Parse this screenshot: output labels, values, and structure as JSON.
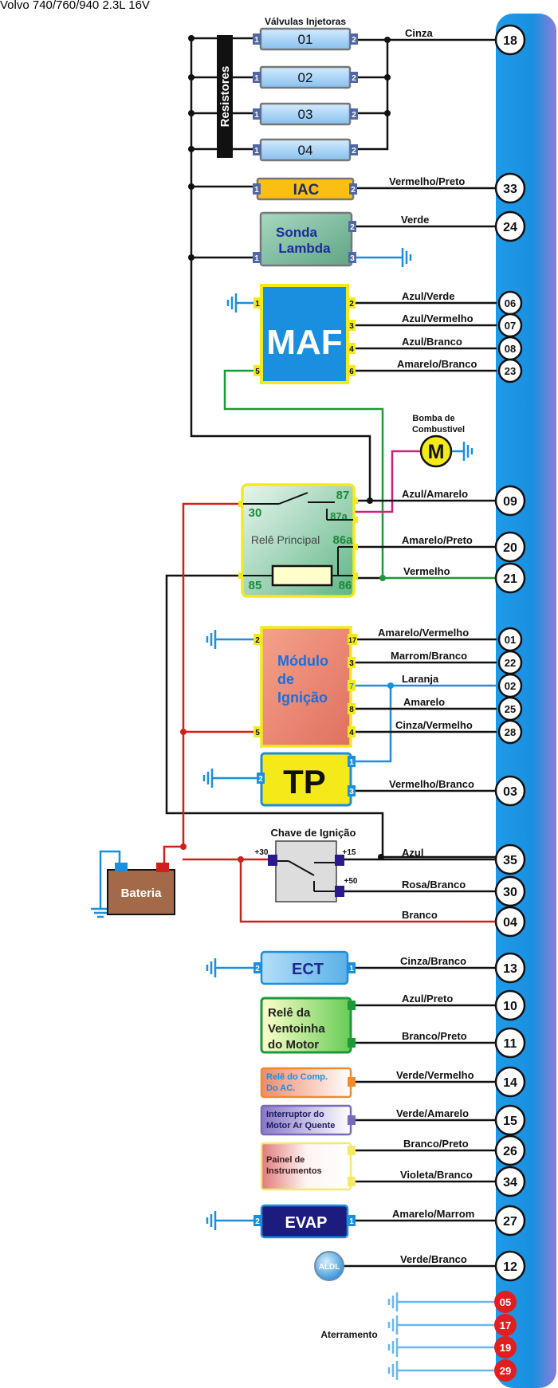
{
  "title": "Volvo 740/760/940 2.3L 16V",
  "labels": {
    "injectors_title": "Válvulas Injetoras",
    "resistors": "Resistores",
    "fuel_pump": [
      "Bomba de",
      "Combustivel"
    ],
    "motor_symbol": "M",
    "main_relay": "Relê Principal",
    "ignition_switch": "Chave de Ignição",
    "battery": "Bateria",
    "ground": "Aterramento",
    "aldl": "ALDL"
  },
  "injectors": [
    {
      "label": "01",
      "pin_in": "1",
      "pin_out": "2"
    },
    {
      "label": "02",
      "pin_in": "1",
      "pin_out": "2"
    },
    {
      "label": "03",
      "pin_in": "1",
      "pin_out": "2"
    },
    {
      "label": "04",
      "pin_in": "1",
      "pin_out": "2"
    }
  ],
  "components": {
    "iac": {
      "label": "IAC",
      "pins": [
        "1",
        "2"
      ]
    },
    "lambda": {
      "label": [
        "Sonda",
        "Lambda"
      ],
      "pins": [
        "2",
        "1",
        "3"
      ]
    },
    "maf": {
      "label": "MAF",
      "pins": [
        "1",
        "5",
        "2",
        "3",
        "4",
        "6"
      ]
    },
    "relay": {
      "terminals": [
        "87",
        "30",
        "87a",
        "86a",
        "85",
        "86"
      ]
    },
    "ignition_module": {
      "label": [
        "Módulo",
        "de",
        "Ignição"
      ],
      "pins": [
        "2",
        "5",
        "17",
        "3",
        "7",
        "8",
        "4"
      ]
    },
    "tp": {
      "label": "TP",
      "pins": [
        "1",
        "2",
        "3"
      ]
    },
    "switch": {
      "terminals": [
        "+30",
        "+15",
        "+50"
      ]
    },
    "ect": {
      "label": "ECT",
      "pins": [
        "2",
        "1"
      ]
    },
    "fan_relay": {
      "label": [
        "Relê da",
        "Ventoinha",
        "do Motor"
      ]
    },
    "ac_relay": {
      "label": [
        "Relê do Comp.",
        "Do AC."
      ]
    },
    "heater_switch": {
      "label": [
        "Interruptor do",
        "Motor Ar Quente"
      ]
    },
    "panel": {
      "label": [
        "Painel de",
        "Instrumentos"
      ]
    },
    "evap": {
      "label": "EVAP",
      "pins": [
        "2",
        "1"
      ]
    }
  },
  "ecu_pins": [
    {
      "pin": "18",
      "wire": "Cinza"
    },
    {
      "pin": "33",
      "wire": "Vermelho/Preto"
    },
    {
      "pin": "24",
      "wire": "Verde"
    },
    {
      "pin": "06",
      "wire": "Azul/Verde"
    },
    {
      "pin": "07",
      "wire": "Azul/Vermelho"
    },
    {
      "pin": "08",
      "wire": "Azul/Branco"
    },
    {
      "pin": "23",
      "wire": "Amarelo/Branco"
    },
    {
      "pin": "09",
      "wire": "Azul/Amarelo"
    },
    {
      "pin": "20",
      "wire": "Amarelo/Preto"
    },
    {
      "pin": "21",
      "wire": "Vermelho"
    },
    {
      "pin": "01",
      "wire": "Amarelo/Vermelho"
    },
    {
      "pin": "22",
      "wire": "Marrom/Branco"
    },
    {
      "pin": "02",
      "wire": "Laranja"
    },
    {
      "pin": "25",
      "wire": "Amarelo"
    },
    {
      "pin": "28",
      "wire": "Cinza/Vermelho"
    },
    {
      "pin": "03",
      "wire": "Vermelho/Branco"
    },
    {
      "pin": "35",
      "wire": "Azul"
    },
    {
      "pin": "30",
      "wire": "Rosa/Branco"
    },
    {
      "pin": "04",
      "wire": "Branco"
    },
    {
      "pin": "13",
      "wire": "Cinza/Branco"
    },
    {
      "pin": "10",
      "wire": "Azul/Preto"
    },
    {
      "pin": "11",
      "wire": "Branco/Preto"
    },
    {
      "pin": "14",
      "wire": "Verde/Vermelho"
    },
    {
      "pin": "15",
      "wire": "Verde/Amarelo"
    },
    {
      "pin": "26",
      "wire": "Branco/Preto"
    },
    {
      "pin": "34",
      "wire": "Violeta/Branco"
    },
    {
      "pin": "27",
      "wire": "Amarelo/Marrom"
    },
    {
      "pin": "12",
      "wire": "Verde/Branco"
    }
  ],
  "ground_pins": [
    "05",
    "17",
    "19",
    "29"
  ],
  "colors": {
    "ecu_bar": "#1a8fe0",
    "wire_black": "#111111",
    "wire_red": "#d0201c",
    "wire_green": "#1a9a3a",
    "wire_blue": "#1a8fe0",
    "wire_pink": "#d0207a",
    "ground_pin": "#e02020"
  }
}
